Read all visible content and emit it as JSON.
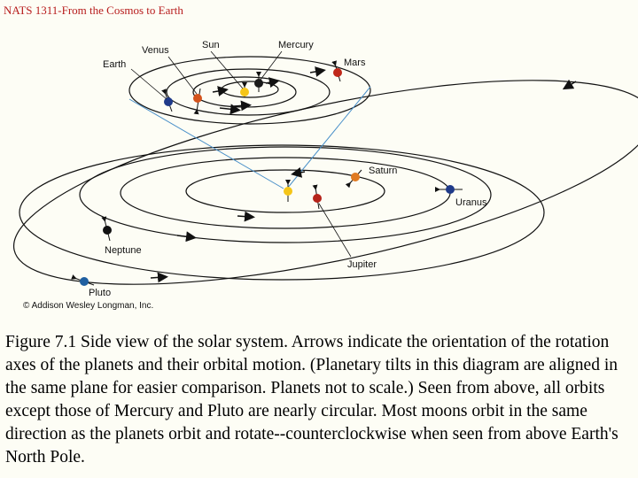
{
  "header": {
    "title": "NATS 1311-From the Cosmos to Earth"
  },
  "figure": {
    "planet_labels": {
      "venus": "Venus",
      "sun_upper": "Sun",
      "mercury": "Mercury",
      "earth": "Earth",
      "mars": "Mars",
      "saturn": "Saturn",
      "uranus": "Uranus",
      "neptune": "Neptune",
      "jupiter": "Jupiter",
      "pluto": "Pluto"
    },
    "copyright": "© Addison Wesley Longman, Inc.",
    "colors": {
      "sun": "#f5c518",
      "mercury": "#1a1a1a",
      "venus": "#d4531c",
      "earth": "#1f3a8a",
      "mars": "#c0281a",
      "jupiter": "#b5231a",
      "saturn": "#e07a22",
      "uranus": "#1f3a8a",
      "neptune": "#111111",
      "pluto": "#1f5fa0",
      "connector": "#4a90c9"
    }
  },
  "caption": {
    "text": "Figure 7.1  Side view of the solar system. Arrows indicate the orientation of the rotation axes of the planets and their orbital motion. (Planetary tilts in this diagram are aligned in the same plane for easier comparison. Planets not to scale.)  Seen from above, all orbits except those of Mercury and Pluto are nearly circular. Most moons orbit in the same direction as the planets orbit and rotate--counterclockwise when seen from above Earth's North Pole."
  }
}
